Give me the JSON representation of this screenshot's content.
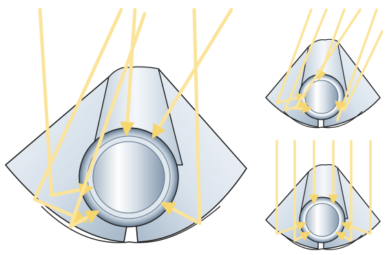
{
  "figure": {
    "panels": [
      {
        "id": "large-reflector",
        "light_direction": "angled"
      },
      {
        "id": "small-reflector-top",
        "light_direction": "angled"
      },
      {
        "id": "small-reflector-bottom",
        "light_direction": "vertical"
      }
    ],
    "colors": {
      "background": "#ffffff",
      "ray": "#fbe49a",
      "ray_head": "#f6d66e",
      "outline": "#1a1a1a",
      "reflector_light": "#eef3f8",
      "reflector_mid": "#c9d6e3",
      "reflector_dark": "#7f95ab",
      "tube_light": "#f7f9fb",
      "tube_dark": "#8fa1b3"
    }
  }
}
